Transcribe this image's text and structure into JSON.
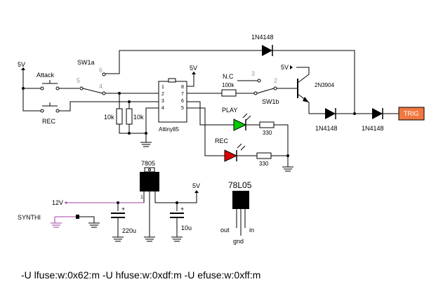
{
  "labels": {
    "diode_top": "1N4148",
    "supply_5v_left": "5V",
    "sw1a": "SW1a",
    "attack": "Attack",
    "rec_button": "REC",
    "pin6": "6",
    "pin5": "5",
    "pin4": "4",
    "res_10k_a": "10k",
    "res_10k_b": "10k",
    "supply_5v_chip": "5V",
    "chip_name": "Attiny85",
    "chip_pins": [
      "1",
      "2",
      "3",
      "4",
      "8",
      "7",
      "6",
      "5"
    ],
    "nc": "N.C",
    "sw_pin3": "3",
    "res_100k": "100k",
    "sw_pin2": "2",
    "sw1b": "SW1b",
    "supply_5v_trans": "5V",
    "transistor": "2N3904",
    "play": "PLAY",
    "res_330_a": "330",
    "rec_led": "REC",
    "res_330_b": "330",
    "diode_mid1": "1N4148",
    "diode_mid2": "1N4148",
    "trig": "TRIG",
    "reg_7805": "7805",
    "supply_5v_reg": "5V",
    "supply_12v": "12V",
    "synthi": "SYNTHI",
    "reg_pin1": "1",
    "cap_plus_a": "+",
    "cap_220u": "220u",
    "cap_plus_b": "+",
    "cap_10u": "10u",
    "reg_78l05": "78L05",
    "pin_out": "out",
    "pin_gnd": "gnd",
    "pin_in": "in"
  },
  "command_line": "-U lfuse:w:0x62:m -U hfuse:w:0xdf:m -U efuse:w:0xff:m",
  "colors": {
    "wire": "#000000",
    "synth_wire": "#a040a0",
    "trig_fill": "#f07840",
    "led_play": "#00cc00",
    "led_rec": "#dd0000",
    "switch_numbers": "#999999"
  }
}
